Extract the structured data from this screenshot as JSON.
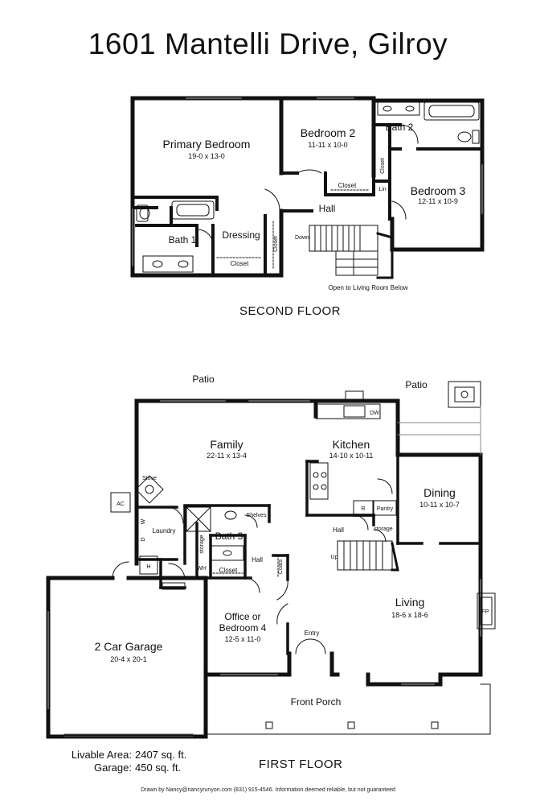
{
  "title": "1601 Mantelli Drive, Gilroy",
  "second_floor": {
    "label": "SECOND FLOOR",
    "rooms": {
      "primary_bedroom": {
        "name": "Primary Bedroom",
        "dims": "19-0 x 13-0"
      },
      "bedroom2": {
        "name": "Bedroom 2",
        "dims": "11-11 x 10-0"
      },
      "bath2": {
        "name": "Bath 2"
      },
      "bedroom3": {
        "name": "Bedroom 3",
        "dims": "12-11 x 10-9"
      },
      "bath1": {
        "name": "Bath 1"
      },
      "dressing": {
        "name": "Dressing"
      },
      "hall": {
        "name": "Hall"
      }
    },
    "labels": {
      "closet": "Closet",
      "lin": "Lin",
      "down": "Down",
      "open_to_living": "Open to Living Room Below"
    }
  },
  "first_floor": {
    "label": "FIRST FLOOR",
    "rooms": {
      "family": {
        "name": "Family",
        "dims": "22-11 x 13-4"
      },
      "kitchen": {
        "name": "Kitchen",
        "dims": "14-10 x 10-11"
      },
      "dining": {
        "name": "Dining",
        "dims": "10-11 x 10-7"
      },
      "living": {
        "name": "Living",
        "dims": "18-6 x 18-6"
      },
      "office": {
        "name_line1": "Office or",
        "name_line2": "Bedroom 4",
        "dims": "12-5 x 11-0"
      },
      "garage": {
        "name": "2 Car Garage",
        "dims": "20-4 x 20-1"
      },
      "laundry": {
        "name": "Laundry"
      },
      "bath3": {
        "name": "Bath 3"
      },
      "front_porch": {
        "name": "Front Porch"
      },
      "entry": {
        "name": "Entry"
      }
    },
    "labels": {
      "patio": "Patio",
      "stove": "Stove",
      "ac": "AC",
      "dw": "DW",
      "r": "R",
      "pantry": "Pantry",
      "storage": "storage",
      "hall": "Hall",
      "up": "Up",
      "shelves": "Shelves",
      "closet": "Closet",
      "coats": "Coats",
      "wh": "WH",
      "h": "H",
      "d": "D",
      "w": "W",
      "fp": "FP"
    }
  },
  "areas": {
    "livable_label": "Livable Area:",
    "livable_value": "2407 sq. ft.",
    "garage_label": "Garage:",
    "garage_value": "450 sq. ft."
  },
  "footer": "Drawn by Nancy@nancyrunyon.com (831) 915-4546.  Information deemed reliable, but not guaranteed"
}
